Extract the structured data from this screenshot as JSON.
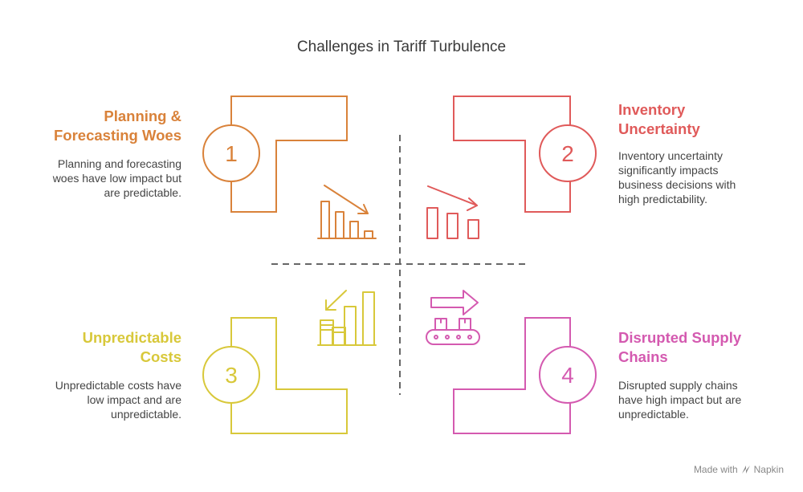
{
  "title": "Challenges in Tariff Turbulence",
  "colors": {
    "q1": "#d9823a",
    "q2": "#e05a5a",
    "q3": "#d8c83a",
    "q4": "#d45ab0",
    "axis": "#666666"
  },
  "quadrants": [
    {
      "number": "1",
      "heading_line1": "Planning &",
      "heading_line2": "Forecasting Woes",
      "desc_line1": "Planning and forecasting",
      "desc_line2": "woes have low impact but",
      "desc_line3": "are predictable.",
      "icon": "declining-bar-chart-icon"
    },
    {
      "number": "2",
      "heading_line1": "Inventory",
      "heading_line2": "Uncertainty",
      "desc_line1": "Inventory uncertainty",
      "desc_line2": "significantly impacts",
      "desc_line3": "business decisions with",
      "desc_line4": "high predictability.",
      "icon": "trend-down-bars-icon"
    },
    {
      "number": "3",
      "heading_line1": "Unpredictable",
      "heading_line2": "Costs",
      "desc_line1": "Unpredictable costs have",
      "desc_line2": "low impact and are",
      "desc_line3": "unpredictable.",
      "icon": "rising-cost-bars-icon"
    },
    {
      "number": "4",
      "heading_line1": "Disrupted Supply",
      "heading_line2": "Chains",
      "desc_line1": "Disrupted supply chains",
      "desc_line2": "have high impact but are",
      "desc_line3": "unpredictable.",
      "icon": "conveyor-belt-icon"
    }
  ],
  "credit": {
    "made_with": "Made with",
    "brand": "Napkin"
  }
}
